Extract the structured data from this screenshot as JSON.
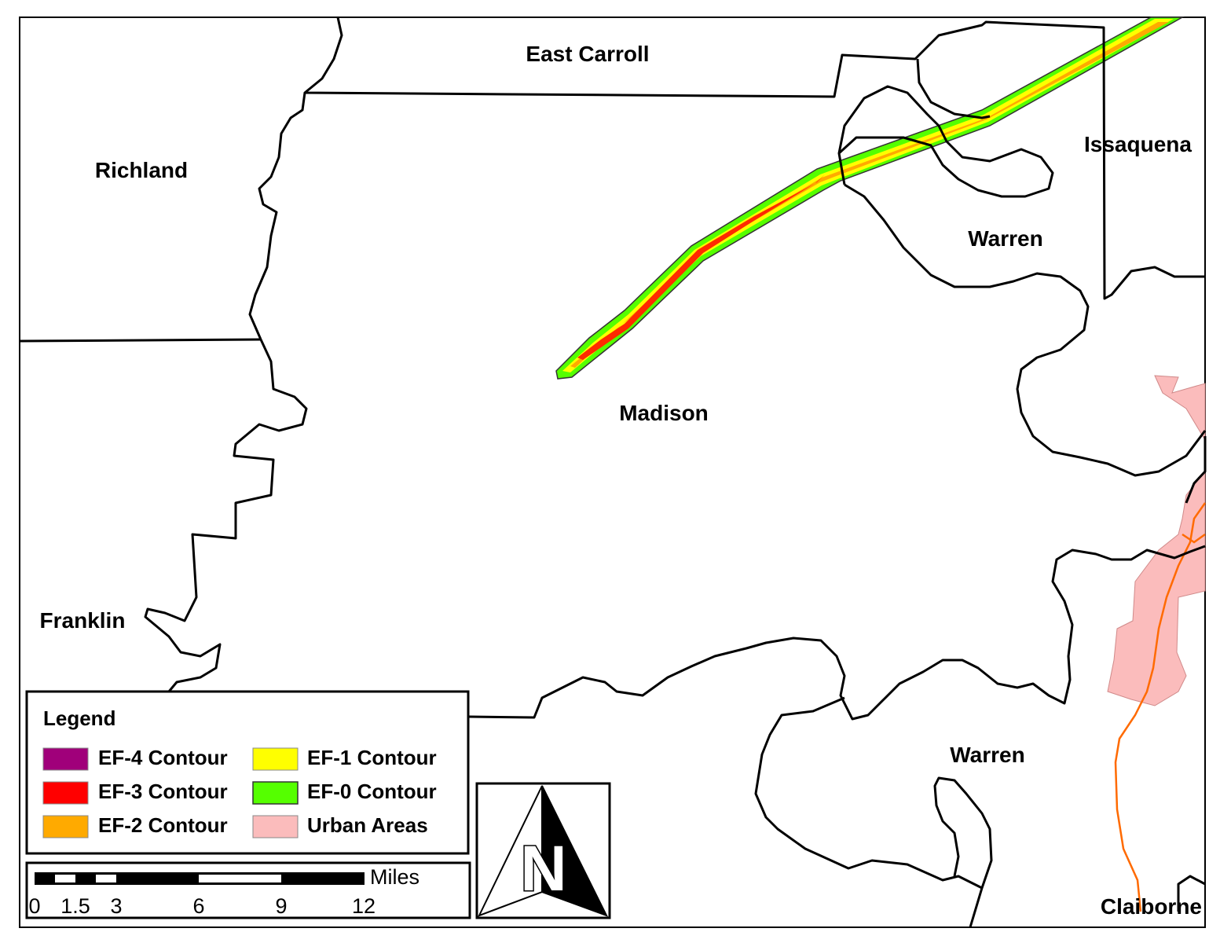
{
  "counties": [
    {
      "id": "east-carroll",
      "name": "East Carroll"
    },
    {
      "id": "richland",
      "name": "Richland"
    },
    {
      "id": "issaquena",
      "name": "Issaquena"
    },
    {
      "id": "warren-north",
      "name": "Warren"
    },
    {
      "id": "madison",
      "name": "Madison"
    },
    {
      "id": "franklin",
      "name": "Franklin"
    },
    {
      "id": "warren-south",
      "name": "Warren"
    },
    {
      "id": "claiborne",
      "name": "Claiborne"
    }
  ],
  "legend": {
    "title": "Legend",
    "items": [
      {
        "id": "ef4",
        "label": "EF-4 Contour",
        "color": "#a0007a"
      },
      {
        "id": "ef1",
        "label": "EF-1 Contour",
        "color": "#ffff00"
      },
      {
        "id": "ef3",
        "label": "EF-3 Contour",
        "color": "#ff0000"
      },
      {
        "id": "ef0",
        "label": "EF-0 Contour",
        "color": "#55ff00"
      },
      {
        "id": "ef2",
        "label": "EF-2 Contour",
        "color": "#ffaa00"
      },
      {
        "id": "urban",
        "label": "Urban Areas",
        "color": "#fbbcbc"
      }
    ]
  },
  "scale_bar": {
    "unit": "Miles",
    "ticks": [
      "0",
      "1.5",
      "3",
      "6",
      "9",
      "12"
    ]
  },
  "north_arrow": {
    "letter": "N"
  },
  "colors": {
    "urban": "#fbbcbc",
    "road": "#ff6a00",
    "boundary": "#000000"
  }
}
